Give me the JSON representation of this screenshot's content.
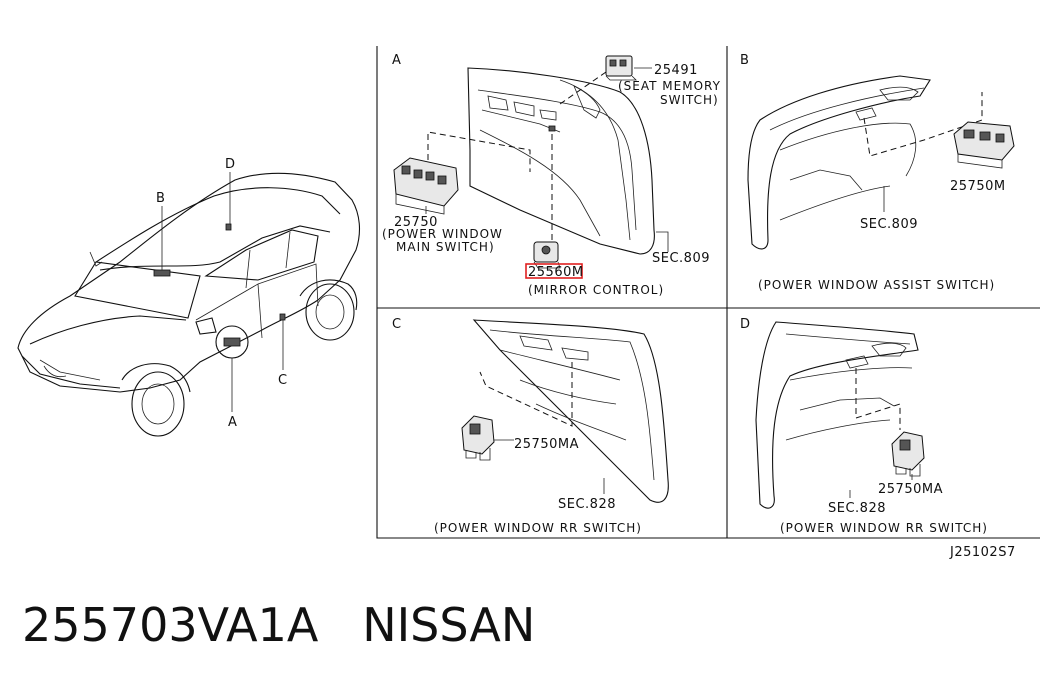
{
  "panels": {
    "A": {
      "letter": "A",
      "parts": [
        {
          "number": "25491",
          "desc": [
            "(SEAT MEMORY",
            "SWITCH)"
          ]
        },
        {
          "number": "25750",
          "desc": [
            "(POWER WINDOW",
            "MAIN SWITCH)"
          ]
        },
        {
          "number": "25560M",
          "number_highlight": "25560",
          "number_suffix": "M",
          "desc": [
            "(MIRROR CONTROL)"
          ]
        }
      ],
      "sec": "SEC.809"
    },
    "B": {
      "letter": "B",
      "part": "25750M",
      "sec": "SEC.809",
      "caption": "(POWER WINDOW ASSIST SWITCH)"
    },
    "C": {
      "letter": "C",
      "part": "25750MA",
      "sec": "SEC.828",
      "caption": "(POWER WINDOW RR SWITCH)"
    },
    "D": {
      "letter": "D",
      "part": "25750MA",
      "sec": "SEC.828",
      "caption": "(POWER WINDOW RR SWITCH)"
    }
  },
  "car_callouts": [
    "A",
    "B",
    "C",
    "D"
  ],
  "diagram_code": "J25102S7",
  "footer": {
    "part_number": "255703VA1A",
    "brand": "NISSAN"
  },
  "colors": {
    "highlight": "#e02020",
    "ink": "#111111"
  }
}
